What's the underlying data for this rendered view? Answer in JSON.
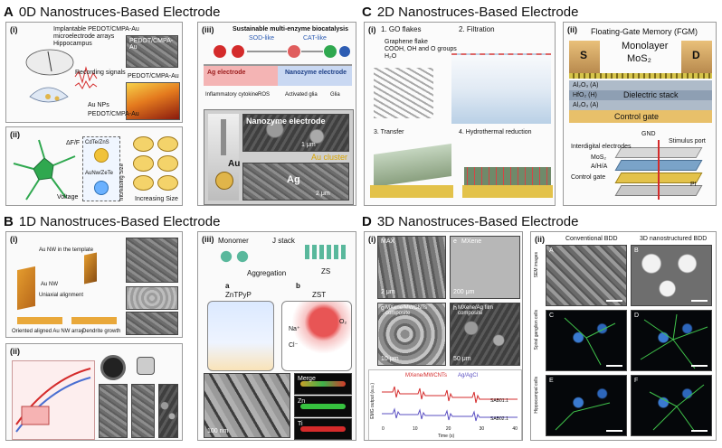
{
  "quadrants": {
    "A": {
      "letter": "A",
      "title": "0D Nanostruces-Based Electrode"
    },
    "B": {
      "letter": "B",
      "title": "1D Nanostruces-Based Electrode"
    },
    "C": {
      "letter": "C",
      "title": "2D Nanostruces-Based Electrode"
    },
    "D": {
      "letter": "D",
      "title": "3D Nanostruces-Based Electrode"
    }
  },
  "a_i": {
    "tag": "(i)",
    "top_labels": [
      "Implantable PEDOT/CMPA-Au",
      "microelectrode arrays"
    ],
    "hippocampus": "Hippocampus",
    "recording": "Recording signals",
    "sem_top": "PEDOT/CMPA-Au",
    "sem_bottom": "PEDOT/CMPA-Au",
    "legend": [
      "Au NPs",
      "PEDOT/CMPA-Au"
    ]
  },
  "a_ii": {
    "tag": "(ii)",
    "dff": "ΔF/F",
    "voltage": "Voltage",
    "side_label": "Increasing Size",
    "bottom_label": "Increasing Size",
    "inset_labels": [
      "CdTe/ZnS",
      "AuNw/ZeTe"
    ]
  },
  "a_iii": {
    "tag": "(iii)",
    "heading": "Sustainable multi-enzyme biocatalysis",
    "sod": "SOD-like",
    "cat": "CAT-like",
    "left_electrode": "Ag electrode",
    "right_electrode": "Nanozyme electrode",
    "legend": [
      "Inflammatory cytokine",
      "ROS",
      "Activated glia",
      "Glia"
    ],
    "sem_title": "Nanozyme electrode",
    "au": "Au",
    "cluster": "Au cluster",
    "ag": "Ag",
    "scale1": "1 μm",
    "scale2": "2 μm"
  },
  "b_i": {
    "tag": "(i)",
    "notes": [
      "Au NW in the template",
      "Au NW",
      "Uniaxial alignment"
    ],
    "bottom": [
      "Oriented aligned Au NW array",
      "Dendrite growth"
    ]
  },
  "b_ii": {
    "tag": "(ii)"
  },
  "b_iii": {
    "tag": "(iii)",
    "monomer": "Monomer",
    "stack": "J stack",
    "aggregation": "Aggregation",
    "zs": "ZS",
    "a": "a",
    "b": "b",
    "zntpyp": "ZnTPyP",
    "zst": "ZST",
    "na": "Na⁺",
    "o2": "O₂",
    "cl": "Cl⁻",
    "maps": [
      "Merge",
      "Zn",
      "Ti"
    ],
    "scale": "100 nm"
  },
  "c_i": {
    "tag": "(i)",
    "step1": "1. GO flakes",
    "step2": "2. Filtration",
    "step3": "3. Transfer",
    "step4": "4. Hydrothermal reduction",
    "legend": [
      "Graphene flake",
      "COOH, OH and O groups",
      "H₂O"
    ]
  },
  "c_ii": {
    "tag": "(ii)",
    "title": "Floating-Gate Memory (FGM)",
    "s": "S",
    "d": "D",
    "mono": "Monolayer",
    "mos2": "MoS₂",
    "layers": [
      "Al₂O₃ (A)",
      "HfO₂ (H)",
      "Al₂O₃ (A)"
    ],
    "stack": "Dielectric stack",
    "gate": "Control gate",
    "lower": [
      "GND",
      "Stimulus port",
      "Interdigital electrodes",
      "MoS₂",
      "A/H/A",
      "Control gate",
      "PI"
    ]
  },
  "d_i": {
    "tag": "(i)",
    "sem_tags": [
      "MAX",
      "e",
      "MXene",
      "g",
      "h"
    ],
    "sem_caps": [
      "MXene/MWCNTs composite",
      "MXene/Ag film composite"
    ],
    "scales": [
      "2 μm",
      "200 μm",
      "10 μm",
      "50 μm"
    ],
    "legend": [
      "MXene/MWCNTs",
      "Ag/AgCl"
    ],
    "ylabel": "EMG output (a.u.)",
    "xlabel": "Time (s)",
    "ticks": [
      "0",
      "10",
      "20",
      "30",
      "40"
    ],
    "trace_labels": [
      "SAB01.1",
      "SAB02.1"
    ]
  },
  "d_ii": {
    "tag": "(ii)",
    "col1": "Conventional BDD",
    "col2": "3D nanostructured BDD",
    "rows": [
      "SEM images",
      "Spiral ganglion cells",
      "Hippocampal cells"
    ],
    "letters": [
      "A",
      "B",
      "C",
      "D",
      "E",
      "F"
    ]
  },
  "colors": {
    "dark_bar": "#2e3f5c",
    "gold": "#d7a54a",
    "orange": "#e08a1e",
    "red": "#d42b2b",
    "green": "#2fa84f"
  }
}
